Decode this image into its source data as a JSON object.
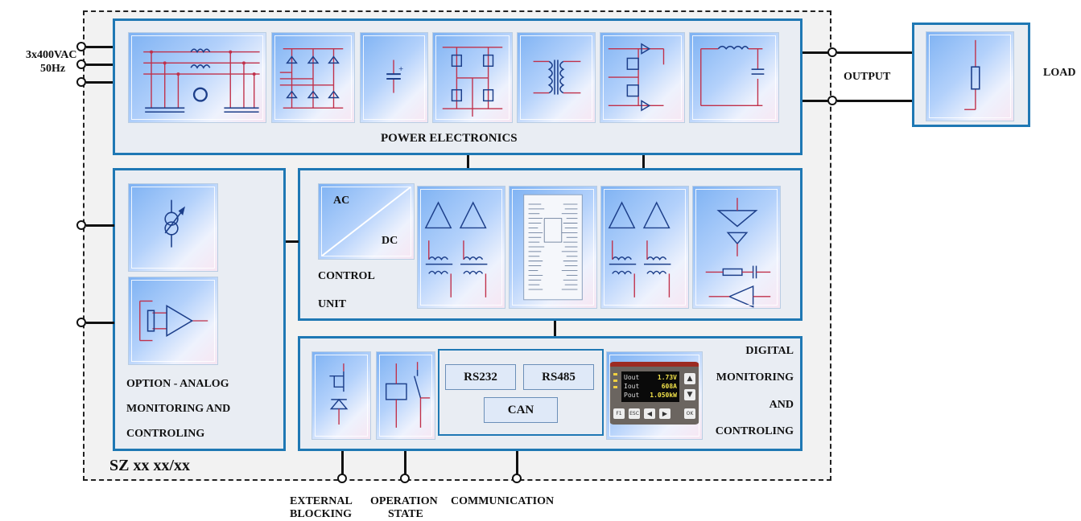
{
  "supply": {
    "line1": "3x400VAC",
    "line2": "50Hz"
  },
  "output_label": "OUTPUT",
  "load_label": "LOAD",
  "model_label": "SZ xx xx/xx",
  "power": {
    "title": "POWER ELECTRONICS"
  },
  "control": {
    "line1": "CONTROL",
    "line2": "UNIT",
    "ac": "AC",
    "dc": "DC"
  },
  "option": {
    "line1": "OPTION - ANALOG",
    "line2": "MONITORING AND",
    "line3": "CONTROLING"
  },
  "digital": {
    "line1": "DIGITAL",
    "line2": "MONITORING",
    "line3": "AND",
    "line4": "CONTROLING"
  },
  "comm": {
    "rs232": "RS232",
    "rs485": "RS485",
    "can": "CAN"
  },
  "display": {
    "row1_label": "Uout",
    "row1_value": "1.73V",
    "row2_label": "Iout",
    "row2_value": "608A",
    "row3_label": "Pout",
    "row3_value": "1.050kW",
    "btn_f1": "F1",
    "btn_esc": "ESC",
    "btn_ok": "OK"
  },
  "bottom": {
    "external_l1": "EXTERNAL",
    "external_l2": "BLOCKING",
    "operation_l1": "OPERATION",
    "operation_l2": "STATE",
    "communication": "COMMUNICATION"
  },
  "colors": {
    "frame": "#1f78b4",
    "wire_red": "#c0304a",
    "wire_blue": "#1d3f8a",
    "tile_start": "#7eb2f3"
  }
}
